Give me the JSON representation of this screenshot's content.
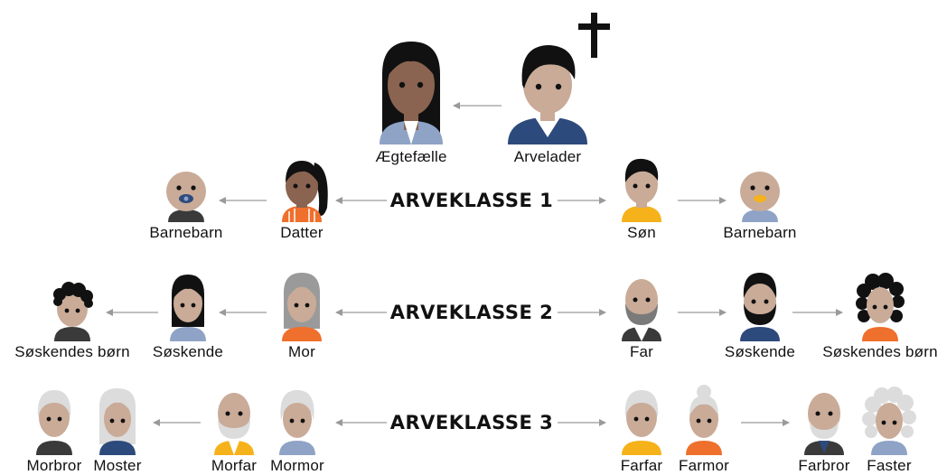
{
  "colors": {
    "skin": "#c9ab98",
    "skin_dark": "#8a6450",
    "arrow": "#9a9a9a",
    "shirt_navy": "#2d4a7c",
    "shirt_yellow": "#f6b21b",
    "shirt_orange": "#ef6f2c",
    "shirt_blue": "#8fa3c6",
    "shirt_dark": "#3a3a3a",
    "hair_black": "#111111",
    "hair_grey": "#9a9a9a",
    "hair_white": "#dcdcdc"
  },
  "classes": [
    {
      "label": "ARVEKLASSE 1"
    },
    {
      "label": "ARVEKLASSE 2"
    },
    {
      "label": "ARVEKLASSE 3"
    }
  ],
  "people": {
    "spouse": {
      "label": "Ægtefælle",
      "icon": "woman-long-hair-icon"
    },
    "deceased": {
      "label": "Arvelader",
      "icon": "deceased-person-icon"
    },
    "grandchild_left": {
      "label": "Barnebarn",
      "icon": "baby-pacifier-icon"
    },
    "daughter": {
      "label": "Datter",
      "icon": "girl-ponytail-icon"
    },
    "son": {
      "label": "Søn",
      "icon": "boy-icon"
    },
    "grandchild_right": {
      "label": "Barnebarn",
      "icon": "baby-icon"
    },
    "sibling_children_left": {
      "label": "Søskendes børn",
      "icon": "curly-child-icon"
    },
    "sibling_left": {
      "label": "Søskende",
      "icon": "woman-icon"
    },
    "mother": {
      "label": "Mor",
      "icon": "grey-haired-woman-icon"
    },
    "father": {
      "label": "Far",
      "icon": "bearded-man-icon"
    },
    "sibling_right": {
      "label": "Søskende",
      "icon": "bearded-man-icon"
    },
    "sibling_children_right": {
      "label": "Søskendes børn",
      "icon": "curly-girl-icon"
    },
    "maternal_uncle": {
      "label": "Morbror",
      "icon": "old-man-icon"
    },
    "maternal_aunt": {
      "label": "Moster",
      "icon": "old-woman-icon"
    },
    "maternal_grandfather": {
      "label": "Morfar",
      "icon": "grandfather-beard-icon"
    },
    "maternal_grandmother": {
      "label": "Mormor",
      "icon": "grandmother-icon"
    },
    "paternal_grandfather": {
      "label": "Farfar",
      "icon": "grandfather-icon"
    },
    "paternal_grandmother": {
      "label": "Farmor",
      "icon": "grandmother-bun-icon"
    },
    "paternal_uncle": {
      "label": "Farbror",
      "icon": "old-man-beard-icon"
    },
    "paternal_aunt": {
      "label": "Faster",
      "icon": "curly-white-hair-woman-icon"
    }
  }
}
